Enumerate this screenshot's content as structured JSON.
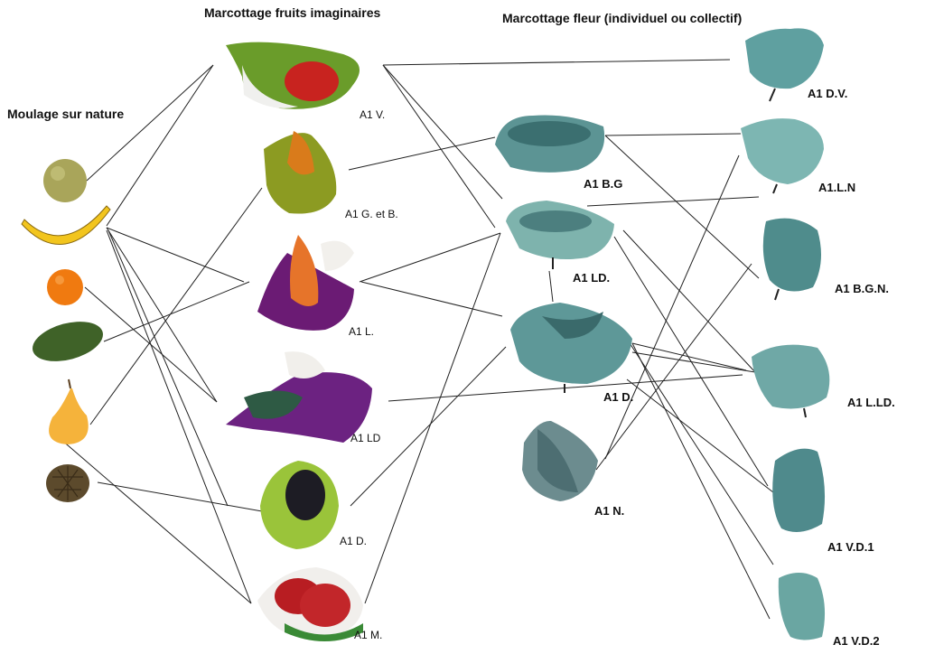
{
  "headings": {
    "moulage": "Moulage sur nature",
    "fruits": "Marcottage fruits imaginaires",
    "fleur": "Marcottage fleur (individuel ou collectif)"
  },
  "nature_items": [
    {
      "name": "round-green-fruit",
      "color": "#a7a257"
    },
    {
      "name": "banana",
      "color": "#f0c51e"
    },
    {
      "name": "mandarin",
      "color": "#f07c12"
    },
    {
      "name": "avocado",
      "color": "#3f6326"
    },
    {
      "name": "pear",
      "color": "#f4b33a"
    },
    {
      "name": "custard-apple",
      "color": "#5c4a2c"
    }
  ],
  "fruit_sculptures": [
    {
      "id": "v",
      "label": "A1 V."
    },
    {
      "id": "g",
      "label": "A1 G. et B."
    },
    {
      "id": "l",
      "label": "A1 L."
    },
    {
      "id": "ld",
      "label": "A1 LD"
    },
    {
      "id": "d",
      "label": "A1 D."
    },
    {
      "id": "m",
      "label": "A1 M."
    }
  ],
  "flower_middle": [
    {
      "id": "bg",
      "label": "A1 B.G"
    },
    {
      "id": "ld",
      "label": "A1 LD."
    },
    {
      "id": "d",
      "label": "A1 D."
    },
    {
      "id": "n",
      "label": "A1 N."
    }
  ],
  "flower_right": [
    {
      "id": "dv",
      "label": "A1 D.V."
    },
    {
      "id": "ln",
      "label": "A1.L.N"
    },
    {
      "id": "bgn",
      "label": "A1 B.G.N."
    },
    {
      "id": "lld",
      "label": "A1 L.LD."
    },
    {
      "id": "vd1",
      "label": "A1 V.D.1"
    },
    {
      "id": "vd2",
      "label": "A1 V.D.2"
    }
  ],
  "colors": {
    "bronze": "#5f9c9c",
    "bronze_dark": "#3b6f70",
    "bronze_light": "#8cc1bd",
    "line": "#222222"
  }
}
